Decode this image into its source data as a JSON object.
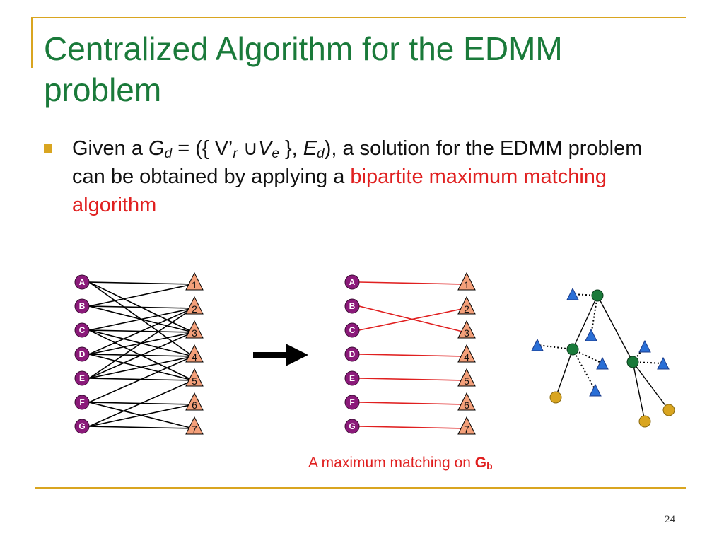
{
  "title": "Centralized Algorithm for the EDMM problem",
  "bullet": {
    "p1": "Given a ",
    "g": "G",
    "g_sub": "d",
    "p2": " = ({ V’",
    "r_sub": "r",
    "union": " ∪",
    "v": "V",
    "e_sub": "e",
    "p3": " }, ",
    "e": "E",
    "ed_sub": "d",
    "p4": "), a solution for the EDMM problem can be obtained by applying a ",
    "highlight": "bipartite maximum matching algorithm"
  },
  "caption": {
    "text": "A maximum matching on ",
    "bold": "G",
    "sub": "b"
  },
  "page_number": "24",
  "colors": {
    "title": "#1a7a3a",
    "accent": "#d9a520",
    "highlight": "#e02020",
    "circle_node": "#8b1a7a",
    "triangle_node": "#f4a07a",
    "tree_inner": "#1a7a3a",
    "tree_triangle": "#2a6fd6",
    "tree_leaf": "#d9a520"
  },
  "graph": {
    "left_nodes": [
      "A",
      "B",
      "C",
      "D",
      "E",
      "F",
      "G"
    ],
    "right_nodes": [
      "1",
      "2",
      "3",
      "4",
      "5",
      "6",
      "7"
    ],
    "edges": [
      [
        "A",
        "1"
      ],
      [
        "A",
        "3"
      ],
      [
        "A",
        "4"
      ],
      [
        "B",
        "1"
      ],
      [
        "B",
        "2"
      ],
      [
        "B",
        "3"
      ],
      [
        "C",
        "2"
      ],
      [
        "C",
        "3"
      ],
      [
        "C",
        "4"
      ],
      [
        "C",
        "5"
      ],
      [
        "D",
        "2"
      ],
      [
        "D",
        "3"
      ],
      [
        "D",
        "4"
      ],
      [
        "D",
        "5"
      ],
      [
        "E",
        "2"
      ],
      [
        "E",
        "3"
      ],
      [
        "E",
        "4"
      ],
      [
        "E",
        "5"
      ],
      [
        "F",
        "4"
      ],
      [
        "F",
        "6"
      ],
      [
        "F",
        "7"
      ],
      [
        "G",
        "5"
      ],
      [
        "G",
        "6"
      ],
      [
        "G",
        "7"
      ]
    ],
    "matching": [
      [
        "A",
        "1"
      ],
      [
        "B",
        "3"
      ],
      [
        "C",
        "2"
      ],
      [
        "D",
        "4"
      ],
      [
        "E",
        "5"
      ],
      [
        "F",
        "6"
      ],
      [
        "G",
        "7"
      ]
    ]
  }
}
